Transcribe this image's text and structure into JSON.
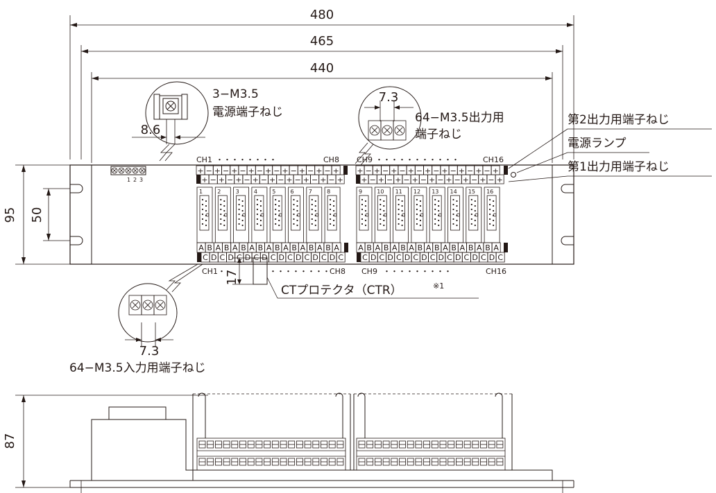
{
  "dimensions": {
    "overall_width": "480",
    "mount_pitch": "465",
    "body_width": "440",
    "height": "95",
    "slot_pitch": "50",
    "power_screw_pitch": "8.6",
    "output_screw_pitch": "7.3",
    "input_screw_pitch": "7.3",
    "ct_offset": "17",
    "side_height": "87"
  },
  "labels": {
    "power_screw_count": "3−M3.5",
    "power_screw": "電源端子ねじ",
    "output_screw_count": "64−M3.5出力用",
    "output_screw": "端子ねじ",
    "second_output_screw": "第2出力用端子ねじ",
    "power_lamp": "電源ランプ",
    "first_output_screw": "第1出力用端子ねじ",
    "ct_protector": "CTプロテクタ（CTR）",
    "ct_note_mark": "※1",
    "input_screw": "64−M3.5入力用端子ねじ"
  },
  "channels": {
    "ch1": "CH1",
    "ch8": "CH8",
    "ch9": "CH9",
    "ch16": "CH16",
    "dots_short": "・・・・・・・・",
    "dots_long": "・・・・・・・・・・・",
    "dots_mid": "・・・・・・・・",
    "dots_bottom_right": "・・・・・・・・・",
    "dot_single": "・"
  },
  "power_terminal_numbers": [
    "1",
    "2",
    "3"
  ],
  "module_numbers": [
    "1",
    "2",
    "3",
    "4",
    "5",
    "6",
    "7",
    "8",
    "9",
    "10",
    "11",
    "12",
    "13",
    "14",
    "15",
    "16"
  ],
  "terminal_plus": "+",
  "terminal_minus": "−",
  "terminal_a": "A",
  "terminal_b": "B",
  "terminal_c": "C",
  "terminal_d": "D"
}
